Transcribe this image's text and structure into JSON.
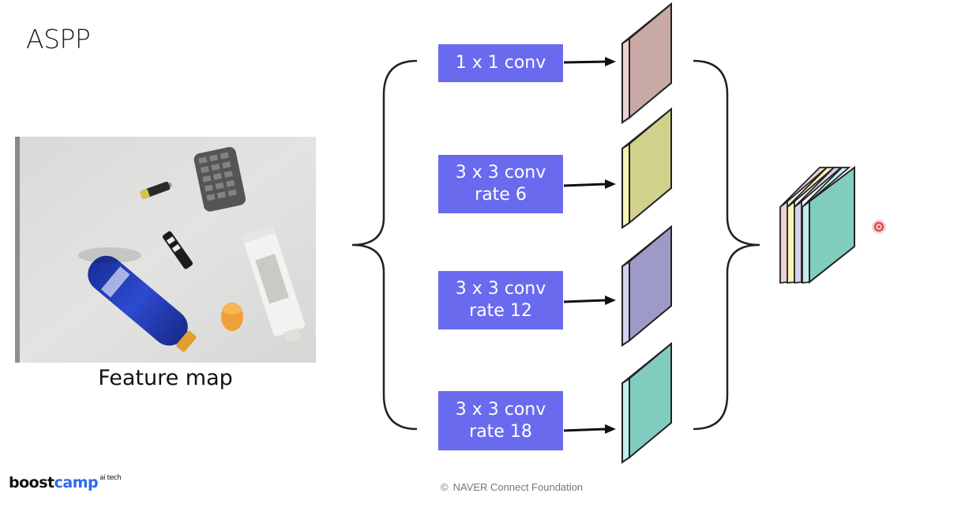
{
  "slide": {
    "title": "ASPP",
    "caption": "Feature map"
  },
  "branches": [
    {
      "line1": "1 x 1 conv",
      "line2": "",
      "color": "#c9a9a6",
      "side_color": "#ecd2d0"
    },
    {
      "line1": "3 x 3 conv",
      "line2": "rate 6",
      "color": "#d1d18b",
      "side_color": "#f4f4b6"
    },
    {
      "line1": "3 x 3 conv",
      "line2": "rate 12",
      "color": "#9e9ac8",
      "side_color": "#d4d2ef"
    },
    {
      "line1": "3 x 3 conv",
      "line2": "rate 18",
      "color": "#80cdbf",
      "side_color": "#bfeeeb"
    }
  ],
  "colors": {
    "conv_box": "#6a6aef",
    "output_main": "#80cdbf",
    "pointer": "#e04848"
  },
  "footer": {
    "logo_part1": "boost",
    "logo_part2": "camp",
    "logo_sup": "ai tech",
    "copyright_symbol": "©",
    "copyright": "NAVER Connect Foundation"
  }
}
